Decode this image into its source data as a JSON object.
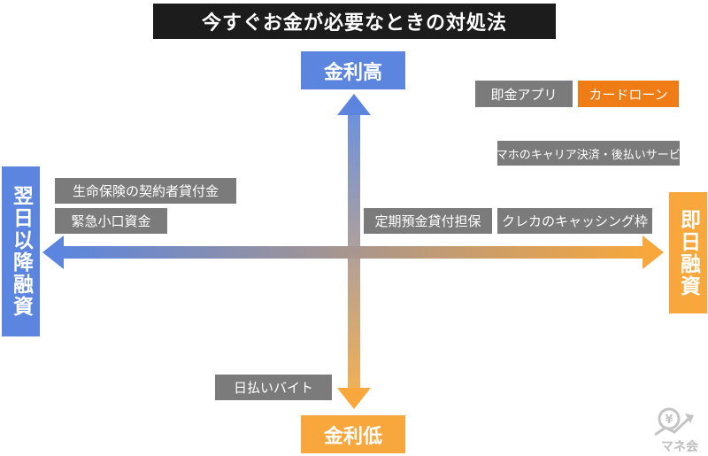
{
  "title": "今すぐお金が必要なときの対処法",
  "axes": {
    "top": "金利高",
    "bottom": "金利低",
    "left": "翌日以降融資",
    "right": "即日融資"
  },
  "items": {
    "instant_app": "即金アプリ",
    "card_loan": "カードローン",
    "smartphone_carrier": "スマホのキャリア決済・後払いサービス",
    "life_insurance": "生命保険の契約者貸付金",
    "emergency_fund": "緊急小口資金",
    "time_deposit": "定期預金貸付担保",
    "credit_cashing": "クレカのキャッシング枠",
    "day_labor": "日払いバイト"
  },
  "logo": {
    "text": "マネ会",
    "icon": "yen-chart-icon"
  },
  "colors": {
    "blue": "#5b85de",
    "orange": "#f7a73c",
    "tag_gray": "#7b7b7b",
    "tag_orange": "#ef7c15",
    "title_bg": "#1c1c1c"
  }
}
